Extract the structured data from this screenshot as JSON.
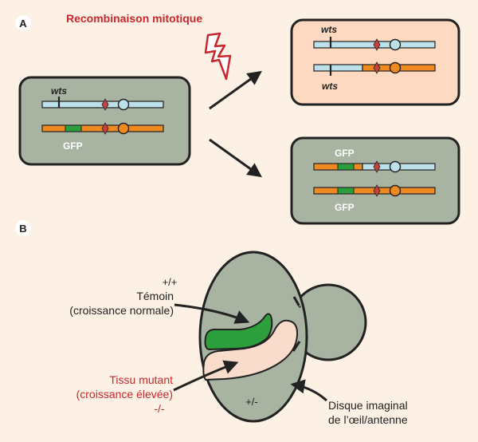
{
  "colors": {
    "background": "#fdf0e4",
    "box_gray": "#a9b3a1",
    "box_peach": "#fcd9c0",
    "chrom_blue": "#bde1ea",
    "chrom_orange": "#f08a20",
    "gfp_green": "#2c9f3c",
    "centromere_red": "#c8423c",
    "mutant_tissue": "#f9dccb",
    "red_text": "#c8282d",
    "outline": "#222222"
  },
  "panel_a": {
    "label": "A",
    "title": "Recombinaison mitotique",
    "lightning_icon": "lightning-bolt-icon",
    "parent_cell": {
      "wts_label": "wts",
      "gfp_label": "GFP"
    },
    "daughter_top": {
      "wts_label_top": "wts",
      "wts_label_bottom": "wts"
    },
    "daughter_bottom": {
      "gfp_label_top": "GFP",
      "gfp_label_bottom": "GFP"
    }
  },
  "panel_b": {
    "label": "B",
    "temoin": {
      "genotype": "+/+",
      "line1": "Témoin",
      "line2": "(croissance normale)"
    },
    "mutant": {
      "line1": "Tissu mutant",
      "line2": "(croissance élevée)",
      "genotype": "-/-"
    },
    "heterozygous_label": "+/-",
    "disc": {
      "line1": "Disque imaginal",
      "line2": "de l’œil/antenne"
    }
  }
}
